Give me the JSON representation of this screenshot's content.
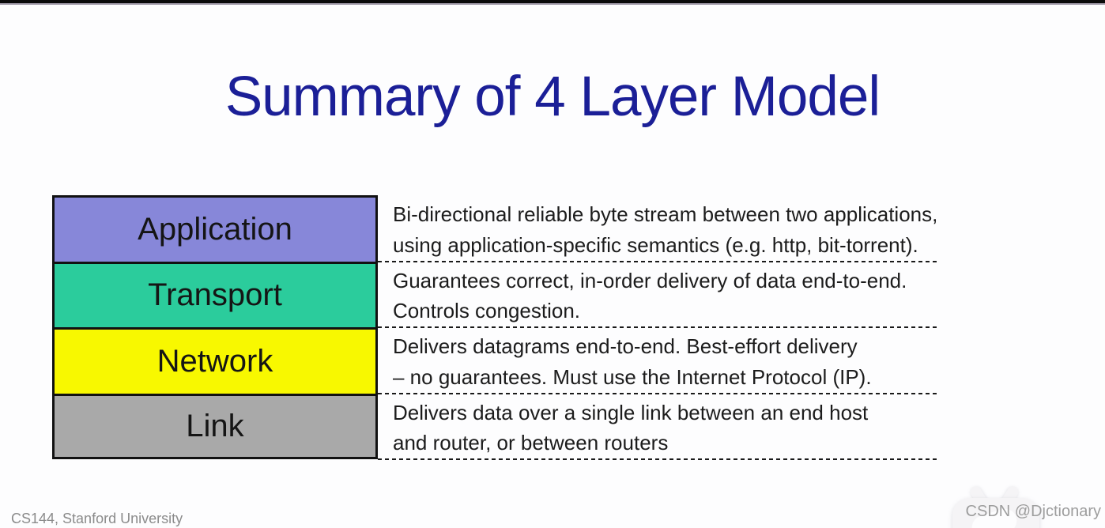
{
  "title": "Summary of 4 Layer Model",
  "layers": [
    {
      "name": "Application",
      "color": "#8787d9",
      "description": [
        "Bi-directional reliable byte stream between two applications,",
        "using application-specific semantics (e.g. http, bit-torrent)."
      ]
    },
    {
      "name": "Transport",
      "color": "#2bcc9c",
      "description": [
        "Guarantees correct, in-order delivery of data end-to-end.",
        "Controls congestion."
      ]
    },
    {
      "name": "Network",
      "color": "#f8f800",
      "description": [
        "Delivers datagrams end-to-end. Best-effort delivery",
        "– no guarantees. Must use the Internet Protocol (IP)."
      ]
    },
    {
      "name": "Link",
      "color": "#a9a9a9",
      "description": [
        "Delivers data over a single link between an end host",
        "and router, or between routers"
      ]
    }
  ],
  "footer": "CS144, Stanford University",
  "watermark": "CSDN @Djctionary",
  "colors": {
    "title": "#1b1f97",
    "box_border": "#111111",
    "dash_line": "#1a1a1a",
    "footer_text": "#8b8b8b",
    "watermark_text": "#9d9d9d",
    "top_bar": "#0a0a0a"
  }
}
